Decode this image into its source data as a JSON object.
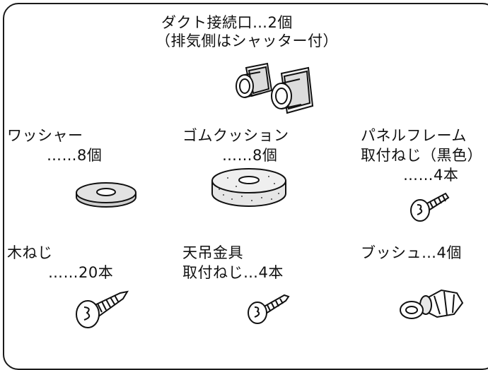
{
  "parts": {
    "duct": {
      "line1": "ダクト接続口…2個",
      "line2": "（排気側はシャッター付）"
    },
    "washer": {
      "line1": "ワッシャー",
      "line2": "……8個"
    },
    "rubber": {
      "line1": "ゴムクッション",
      "line2": "……8個"
    },
    "panel": {
      "line1": "パネルフレーム",
      "line2": "取付ねじ（黒色）",
      "line3": "……4本"
    },
    "wood": {
      "line1": "木ねじ",
      "line2": "……20本"
    },
    "ceiling": {
      "line1": "天吊金具",
      "line2": "取付ねじ…4本"
    },
    "bush": {
      "line1": "ブッシュ…4個"
    }
  }
}
